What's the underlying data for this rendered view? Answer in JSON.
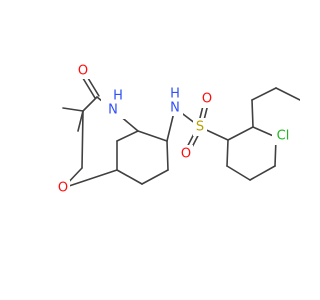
{
  "molecule": {
    "atom_labels": {
      "oxo_o": "O",
      "amide_nh": "H",
      "amide_n": "N",
      "ring_o": "O",
      "sulfonamide_nh": "H",
      "sulfonamide_n": "N",
      "sulfur": "S",
      "sulfonyl_o_top": "O",
      "sulfonyl_o_bottom": "O",
      "chlorine": "Cl"
    },
    "colors": {
      "bond": "#404040",
      "oxygen": "#ff0d0d",
      "nitrogen": "#3050f8",
      "sulfur": "#b8a000",
      "chlorine": "#1fb81f"
    }
  }
}
